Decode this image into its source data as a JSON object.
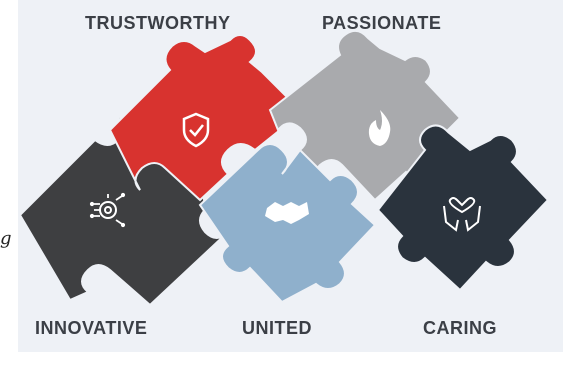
{
  "labels": {
    "trustworthy": "TRUSTWORTHY",
    "passionate": "PASSIONATE",
    "innovative": "INNOVATIVE",
    "united": "UNITED",
    "caring": "CARING"
  },
  "stray_char": "g",
  "colors": {
    "background": "#eef1f6",
    "label_text": "#3b3f46",
    "trustworthy_piece": "#d8332f",
    "passionate_piece": "#a9aaad",
    "innovative_piece": "#3e3f41",
    "united_piece": "#8fb0cc",
    "caring_piece": "#2a333d",
    "icon_stroke": "#ffffff"
  },
  "icons": {
    "trustworthy": "shield-check-icon",
    "passionate": "flame-icon",
    "innovative": "gear-circuit-icon",
    "united": "handshake-icon",
    "caring": "hands-heart-icon"
  }
}
